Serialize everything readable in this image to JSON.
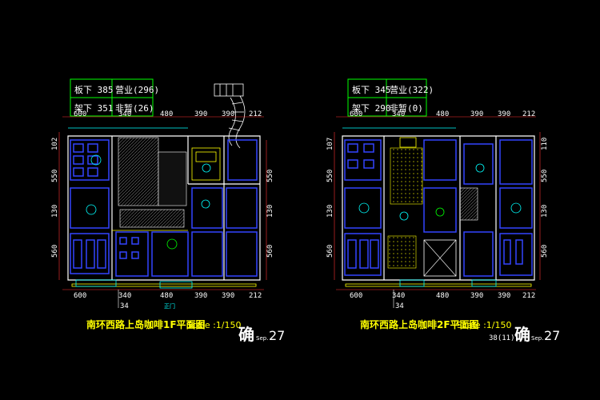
{
  "floor1": {
    "stats": {
      "row1_left": "板下 385",
      "row1_right": "营业(296)",
      "row2_left": "架下 351",
      "row2_right": "非暂(26)"
    },
    "top_dims": [
      "600",
      "340",
      "480",
      "390",
      "390",
      "212"
    ],
    "bottom_dims": [
      "600",
      "340",
      "480",
      "390",
      "390",
      "212"
    ],
    "left_dims": [
      "102",
      "550",
      "130",
      "560"
    ],
    "right_dims": [
      "550",
      "130",
      "560"
    ],
    "below_number": "34",
    "entrance_label": "正门",
    "title": "南环西路上岛咖啡1F平面图",
    "scale": "Scale :1/150"
  },
  "floor2": {
    "stats": {
      "row1_left": "板下 345",
      "row1_right": "营业(322)",
      "row2_left": "架下 290",
      "row2_right": "非暂(0)"
    },
    "top_dims": [
      "600",
      "340",
      "480",
      "390",
      "390",
      "212"
    ],
    "bottom_dims": [
      "600",
      "340",
      "480",
      "390",
      "390",
      "212"
    ],
    "left_dims": [
      "107",
      "550",
      "130",
      "560"
    ],
    "right_dims": [
      "110",
      "550",
      "130",
      "560"
    ],
    "below_number": "34",
    "title": "南环西路上岛咖啡2F平面图",
    "scale": "Scale :1/150",
    "sub_number": "38(11)"
  },
  "stamp_left": {
    "char": "确",
    "small": "Sep.",
    "num": "27"
  },
  "stamp_right": {
    "char": "确",
    "small": "Sep.",
    "num": "27"
  },
  "colors": {
    "background": "#000000",
    "wall": "#ffffff",
    "furniture": "#0000ff",
    "accent": "#00ffff",
    "yellow": "#ffff00",
    "green": "#00ff00",
    "dim": "#ff3333",
    "hatch": "#ff00ff"
  }
}
